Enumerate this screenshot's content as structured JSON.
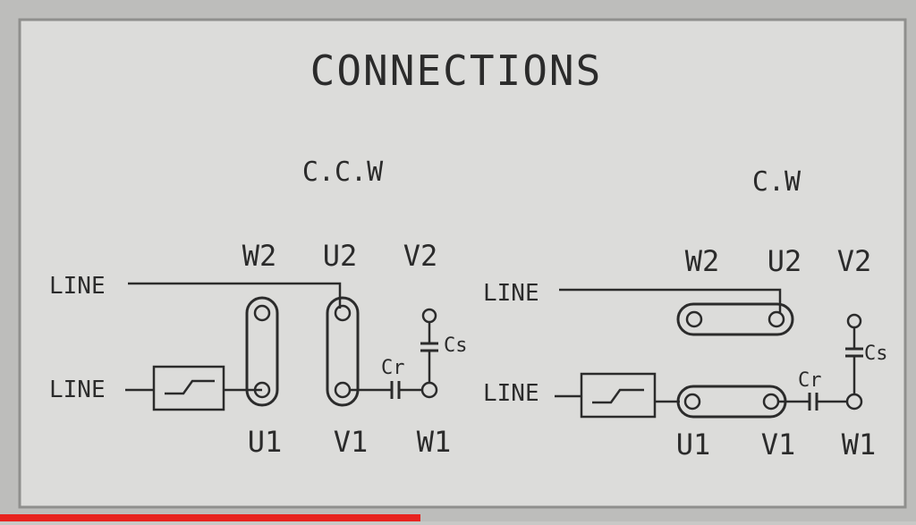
{
  "title": "CONNECTIONS",
  "ccw": {
    "direction": "C.C.W",
    "top_terminals": [
      "W2",
      "U2",
      "V2"
    ],
    "bottom_terminals": [
      "U1",
      "V1",
      "W1"
    ],
    "line_top": "LINE",
    "line_bottom": "LINE",
    "cap_run": "Cr",
    "cap_start": "Cs"
  },
  "cw": {
    "direction": "C.W",
    "top_terminals": [
      "W2",
      "U2",
      "V2"
    ],
    "bottom_terminals": [
      "U1",
      "V1",
      "W1"
    ],
    "line_top": "LINE",
    "line_bottom": "LINE",
    "cap_run": "Cr",
    "cap_start": "Cs"
  },
  "colors": {
    "plate": "#dcdcda",
    "ink": "#2b2b2b",
    "accent_strip": "#e8231f"
  }
}
